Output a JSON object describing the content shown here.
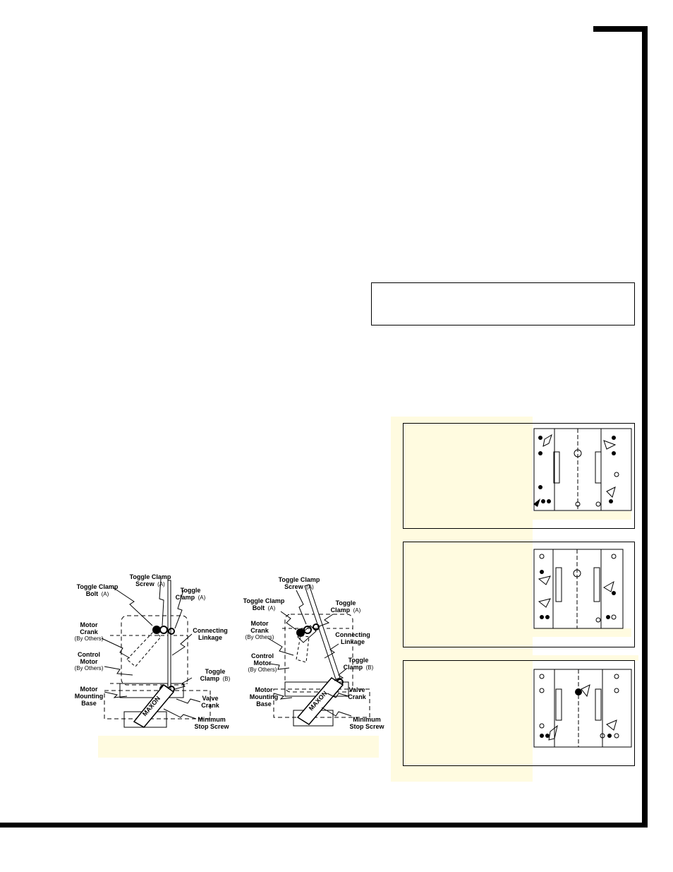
{
  "left_diagram": {
    "toggle_clamp_screw_a": {
      "line1": "Toggle Clamp",
      "line2": "Screw",
      "suffix": "(A)"
    },
    "toggle_clamp_bolt_a": {
      "line1": "Toggle Clamp",
      "line2": "Bolt",
      "suffix": "(A)"
    },
    "toggle_clamp_a": {
      "line1": "Toggle",
      "line2": "Clamp",
      "suffix": "(A)"
    },
    "motor_crank": {
      "line1": "Motor",
      "line2": "Crank",
      "note": "(By Others)"
    },
    "connecting_linkage": {
      "line1": "Connecting",
      "line2": "Linkage"
    },
    "control_motor": {
      "line1": "Control",
      "line2": "Motor",
      "note": "(By Others)"
    },
    "toggle_clamp_b": {
      "line1": "Toggle",
      "line2": "Clamp",
      "suffix": "(B)"
    },
    "motor_mounting_base": {
      "line1": "Motor",
      "line2": "Mounting",
      "line3": "Base"
    },
    "valve_crank": {
      "line1": "Valve",
      "line2": "Crank"
    },
    "minimum_stop_screw": {
      "line1": "Minimum",
      "line2": "Stop Screw"
    },
    "brand": "MAXON"
  },
  "right_diagram": {
    "toggle_clamp_screw_a": {
      "line1": "Toggle Clamp",
      "line2": "Screw",
      "suffix": "(A)"
    },
    "toggle_clamp_bolt_a": {
      "line1": "Toggle Clamp",
      "line2": "Bolt",
      "suffix": "(A)"
    },
    "toggle_clamp_a": {
      "line1": "Toggle",
      "line2": "Clamp",
      "suffix": "(A)"
    },
    "motor_crank": {
      "line1": "Motor",
      "line2": "Crank",
      "note": "(By Others)"
    },
    "connecting_linkage": {
      "line1": "Connecting",
      "line2": "Linkage"
    },
    "control_motor": {
      "line1": "Control",
      "line2": "Motor",
      "note": "(By Others)"
    },
    "toggle_clamp_b": {
      "line1": "Toggle",
      "line2": "Clamp",
      "suffix": "(B)"
    },
    "motor_mounting_base": {
      "line1": "Motor",
      "line2": "Mounting",
      "line3": "Base"
    },
    "valve_crank": {
      "line1": "Valve",
      "line2": "Crank"
    },
    "minimum_stop_screw": {
      "line1": "Minimum",
      "line2": "Stop Screw"
    },
    "brand": "MAXON"
  }
}
